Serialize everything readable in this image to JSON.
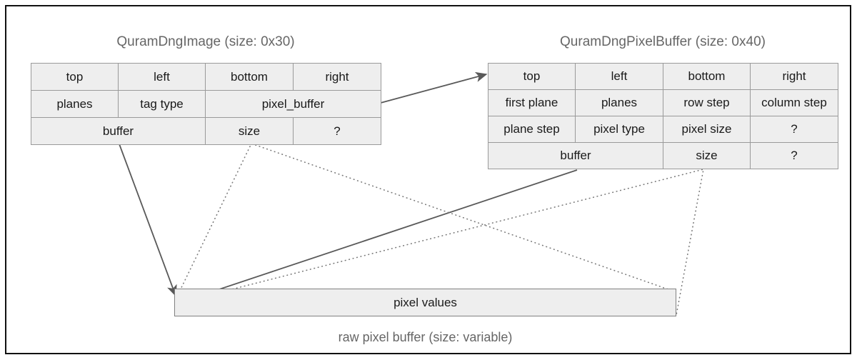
{
  "diagram": {
    "caption_raw_buffer": "raw pixel buffer (size: variable)",
    "pixel_values_label": "pixel values",
    "structs": [
      {
        "title": "QuramDngImage (size: 0x30)",
        "rows": [
          [
            "top",
            "left",
            "bottom",
            "right"
          ],
          [
            "planes",
            "tag type",
            "pixel_buffer"
          ],
          [
            "buffer",
            "size",
            "?"
          ]
        ]
      },
      {
        "title": "QuramDngPixelBuffer (size: 0x40)",
        "rows": [
          [
            "top",
            "left",
            "bottom",
            "right"
          ],
          [
            "first plane",
            "planes",
            "row step",
            "column step"
          ],
          [
            "plane step",
            "pixel type",
            "pixel size",
            "?"
          ],
          [
            "buffer",
            "size",
            "?"
          ]
        ]
      }
    ],
    "colors": {
      "cell_fill": "#eeeeee",
      "cell_border": "#9a9a9a",
      "frame_border": "#111111",
      "title_text": "#666666",
      "cell_text": "#1a1a1a",
      "connector": "#595959"
    }
  }
}
